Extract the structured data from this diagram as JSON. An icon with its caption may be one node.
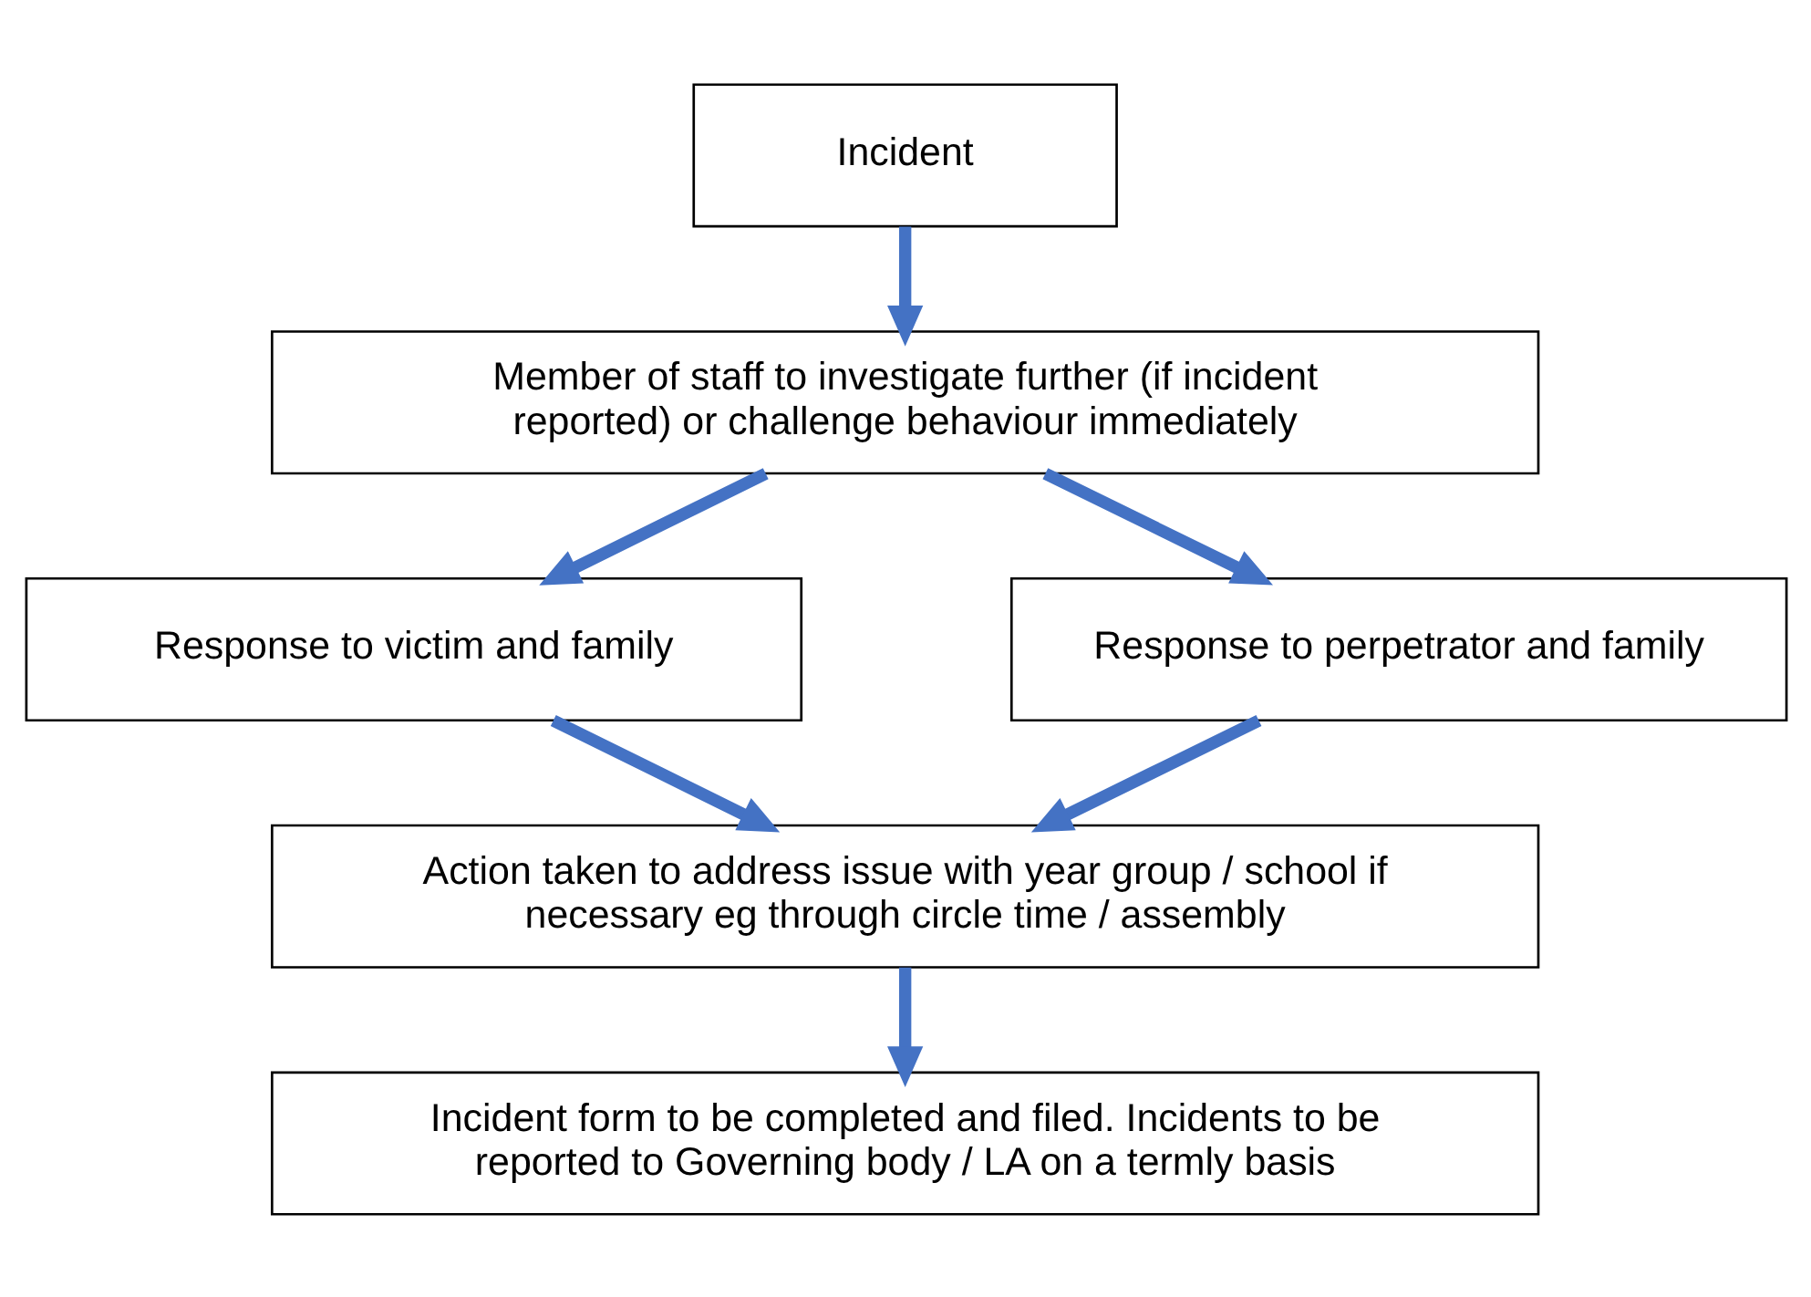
{
  "diagram": {
    "nodes": [
      {
        "text": [
          "Incident"
        ]
      },
      {
        "text": [
          "Member of staff to investigate further (if incident reported) or challenge behaviour immediately"
        ]
      },
      {
        "text": [
          "Response to victim and family"
        ]
      },
      {
        "text": [
          "Response to perpetrator and family"
        ]
      },
      {
        "text": [
          "Action taken to address issue with year group / school if necessary eg through circle time / assembly"
        ]
      },
      {
        "text": [
          "Incident form to be completed and filed. Incidents to be reported to Governing body / LA on a termly basis"
        ]
      }
    ],
    "edges": [
      {
        "from": 0,
        "to": 1,
        "arrow": "to"
      },
      {
        "from": 1,
        "to": 2,
        "arrow": "to"
      },
      {
        "from": 1,
        "to": 3,
        "arrow": "to"
      },
      {
        "from": 2,
        "to": 4,
        "arrow": "to"
      },
      {
        "from": 3,
        "to": 4,
        "arrow": "to"
      },
      {
        "from": 4,
        "to": 5,
        "arrow": "to"
      }
    ]
  }
}
